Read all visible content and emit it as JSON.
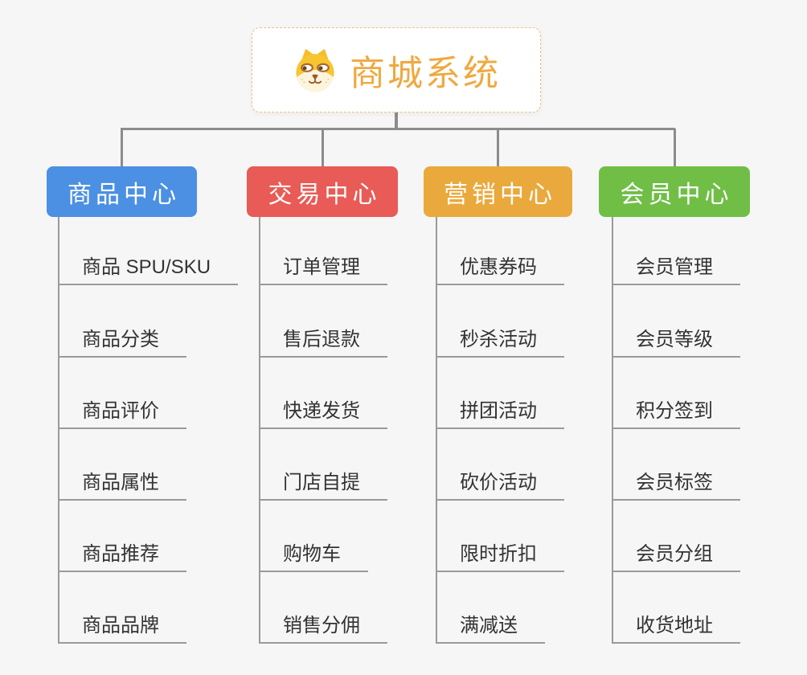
{
  "canvas": {
    "background": "#f6f6f6"
  },
  "root": {
    "title": "商城系统",
    "icon": "dog-face-icon",
    "text_color": "#efa941",
    "border_color": "#edc27b"
  },
  "connector_color": "#8c8c8c",
  "line_color": "#9a9a9a",
  "leaf_text_color": "#333333",
  "branches": [
    {
      "label": "商品中心",
      "color": "#4b90e2",
      "children": [
        "商品 SPU/SKU",
        "商品分类",
        "商品评价",
        "商品属性",
        "商品推荐",
        "商品品牌"
      ]
    },
    {
      "label": "交易中心",
      "color": "#e85b56",
      "children": [
        "订单管理",
        "售后退款",
        "快递发货",
        "门店自提",
        "购物车",
        "销售分佣"
      ]
    },
    {
      "label": "营销中心",
      "color": "#eaa93c",
      "children": [
        "优惠券码",
        "秒杀活动",
        "拼团活动",
        "砍价活动",
        "限时折扣",
        "满减送"
      ]
    },
    {
      "label": "会员中心",
      "color": "#70be46",
      "children": [
        "会员管理",
        "会员等级",
        "积分签到",
        "会员标签",
        "会员分组",
        "收货地址"
      ]
    }
  ]
}
